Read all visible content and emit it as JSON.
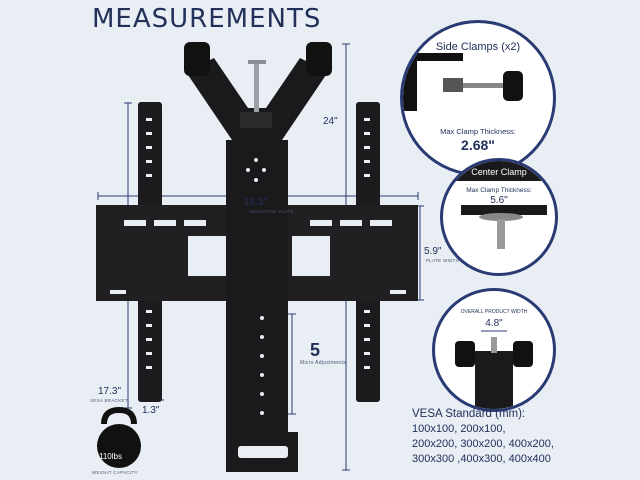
{
  "title": "MEASUREMENTS",
  "dimensions": {
    "height": "24\"",
    "mounting_plate_value": "18.3\"",
    "mounting_plate_label": "MOUNTING PLATE",
    "plate_width_value": "5.9\"",
    "plate_width_label": "PLATE WIDTH",
    "vesa_bracket_value": "17.3\"",
    "vesa_bracket_label": "VESA BRACKET",
    "bracket_width": "1.3\"",
    "micro_value": "5",
    "micro_label": "Micro Adjustments",
    "weight_value": "110lbs",
    "weight_label": "WEIGHT CAPACITY"
  },
  "side_clamps": {
    "title": "Side Clamps (x2)",
    "max_label": "Max Clamp Thickness:",
    "max_value": "2.68\""
  },
  "center_clamp": {
    "title": "Center Clamp",
    "max_label": "Max Clamp Thickness:",
    "max_value": "5.6\""
  },
  "overall": {
    "label": "OVERALL PRODUCT WIDTH",
    "value": "4.8\""
  },
  "vesa_standard": {
    "heading": "VESA Standard (mm):",
    "lines": [
      "100x100, 200x100,",
      "200x200, 300x200, 400x200,",
      "300x300 ,400x300, 400x400"
    ]
  }
}
